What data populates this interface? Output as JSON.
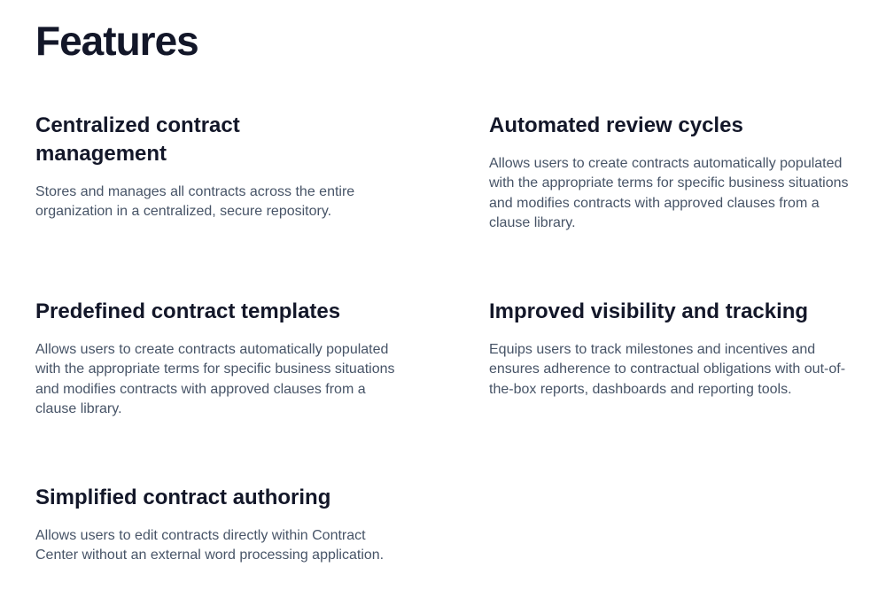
{
  "page": {
    "title": "Features",
    "colors": {
      "background": "#ffffff",
      "heading_text": "#131729",
      "body_text": "#475467"
    }
  },
  "features": [
    {
      "title": "Centralized contract management",
      "description": "Stores and manages all contracts across the entire organization in a centralized, secure repository."
    },
    {
      "title": "Automated review cycles",
      "description": "Allows users to create contracts automatically populated with the appropriate terms for specific business situations and modifies contracts with approved clauses from a clause library."
    },
    {
      "title": "Predefined contract templates",
      "description": "Allows users to create contracts automatically populated with the appropriate terms for specific business situations and modifies contracts with approved clauses from a clause library."
    },
    {
      "title": "Improved visibility and tracking",
      "description": "Equips users to track milestones and incentives and ensures adherence to contractual obligations with out-of-the-box reports, dashboards and reporting tools."
    },
    {
      "title": "Simplified contract authoring",
      "description": "Allows users to edit contracts directly within Contract Center without an external word processing application."
    }
  ]
}
